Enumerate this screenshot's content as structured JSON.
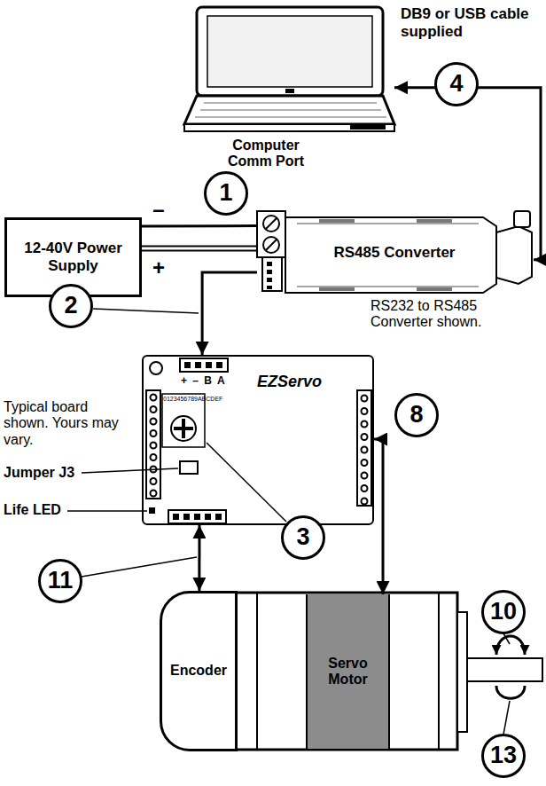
{
  "diagram": {
    "nodes": [
      {
        "text": [
          "Computer Comm Port"
        ]
      },
      {
        "text": [
          "12-40V Power Supply"
        ]
      },
      {
        "text": [
          "RS485 Converter"
        ]
      },
      {
        "text": [
          "EZServo",
          "+ – B A"
        ]
      },
      {
        "text": [
          "Encoder"
        ]
      },
      {
        "text": [
          "Servo Motor"
        ]
      }
    ],
    "edges": [
      {
        "from": 2,
        "to": 0,
        "arrow": "both"
      },
      {
        "from": 1,
        "to": 2,
        "arrow": "none"
      },
      {
        "from": 2,
        "to": 3,
        "arrow": "to"
      },
      {
        "from": 3,
        "to": 5,
        "arrow": "both"
      },
      {
        "from": 3,
        "to": 4,
        "arrow": "both"
      }
    ],
    "labels": [
      "DB9 or USB cable supplied",
      "4",
      "1",
      "–",
      "+",
      "2",
      "RS232 to RS485 Converter shown.",
      "Typical board shown. Yours may vary.",
      "Jumper J3",
      "Life LED",
      "0123456789ABCDEF",
      "8",
      "3",
      "11",
      "10",
      "13"
    ]
  }
}
